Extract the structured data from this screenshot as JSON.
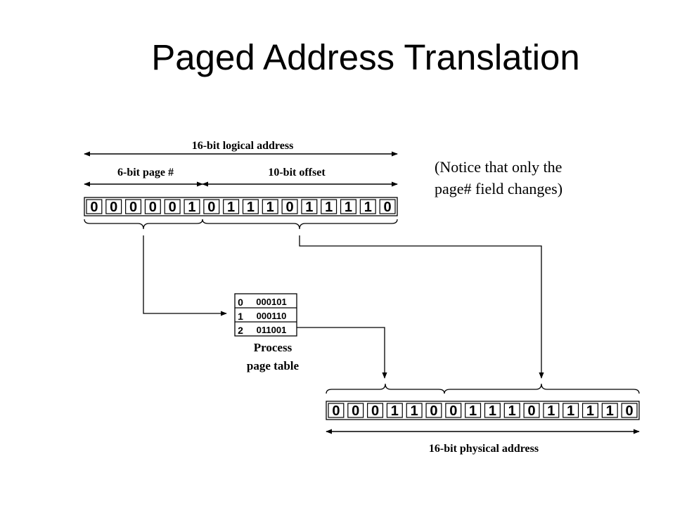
{
  "title": "Paged Address Translation",
  "note": {
    "line1": "(Notice that only the",
    "line2": "page# field changes)"
  },
  "logical_address": {
    "label": "16-bit logical address",
    "page_label": "6-bit page #",
    "offset_label": "10-bit offset",
    "bits": [
      "0",
      "0",
      "0",
      "0",
      "0",
      "1",
      "0",
      "1",
      "1",
      "1",
      "0",
      "1",
      "1",
      "1",
      "1",
      "0"
    ]
  },
  "page_table": {
    "caption_line1": "Process",
    "caption_line2": "page table",
    "indices": [
      "0",
      "1",
      "2"
    ],
    "entries": [
      "000101",
      "000110",
      "011001"
    ]
  },
  "physical_address": {
    "label": "16-bit physical address",
    "bits": [
      "0",
      "0",
      "0",
      "1",
      "1",
      "0",
      "0",
      "1",
      "1",
      "1",
      "0",
      "1",
      "1",
      "1",
      "1",
      "0"
    ]
  }
}
